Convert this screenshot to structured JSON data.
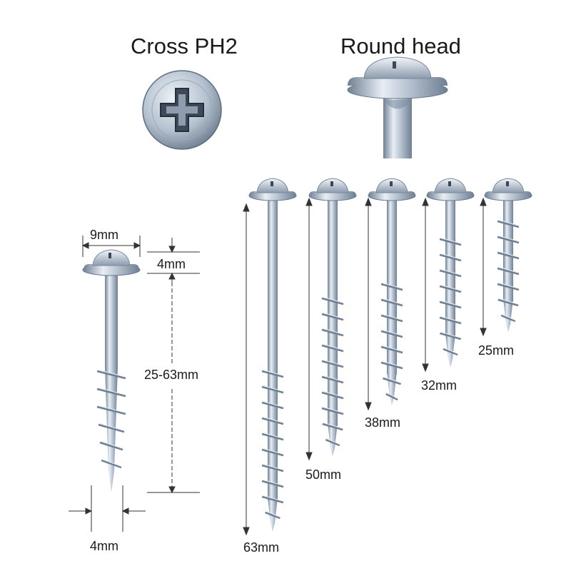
{
  "headings": {
    "cross": "Cross PH2",
    "round": "Round head"
  },
  "detail_dimensions": {
    "head_diameter": "9mm",
    "head_height": "4mm",
    "length_range": "25-63mm",
    "shank_diameter": "4mm"
  },
  "lengths": [
    "63mm",
    "50mm",
    "38mm",
    "32mm",
    "25mm"
  ],
  "colors": {
    "text": "#1a1a1a",
    "line": "#333333",
    "steel_light": "#e8eef5",
    "steel_mid": "#a9b7c6",
    "steel_dark": "#6f7f92"
  }
}
